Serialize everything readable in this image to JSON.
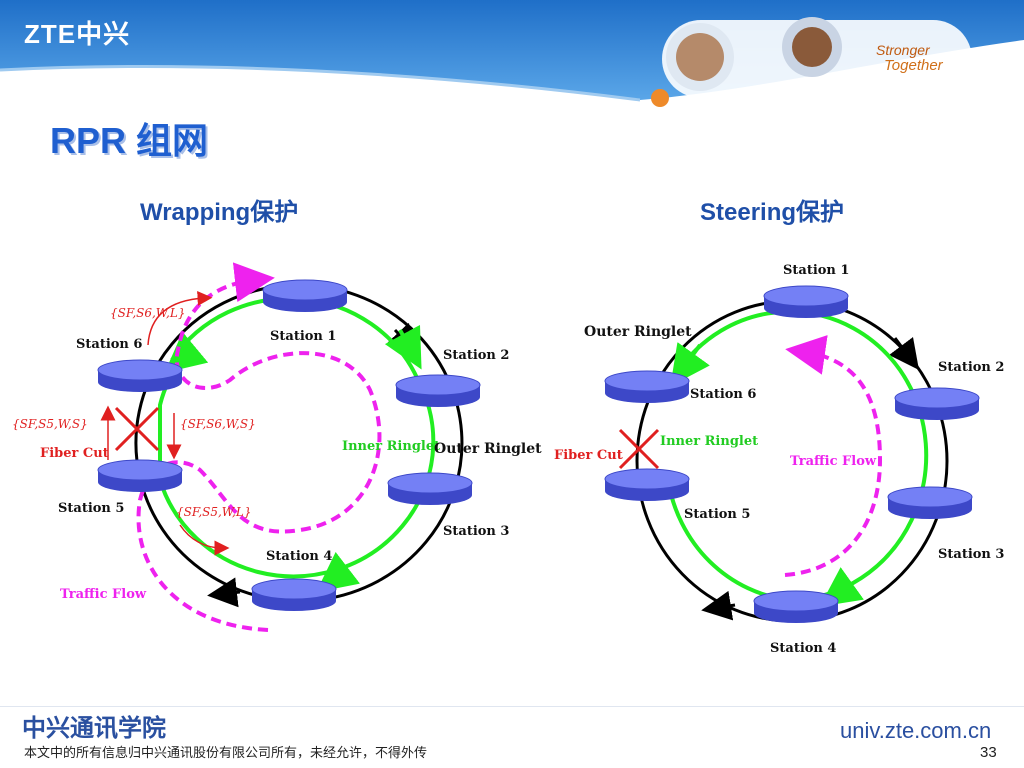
{
  "header": {
    "logo_text": "ZTE中兴",
    "slogan_line1": "Stronger",
    "slogan_line2": "Together"
  },
  "slide": {
    "title": "RPR 组网",
    "left_subtitle": "Wrapping保护",
    "right_subtitle": "Steering保护",
    "page_number": "33"
  },
  "left_diagram": {
    "stations": [
      "Station 1",
      "Station 2",
      "Station 3",
      "Station 4",
      "Station 5",
      "Station 6"
    ],
    "inner_ringlet": "Inner Ringlet",
    "outer_ringlet": "Outer Ringlet",
    "fiber_cut": "Fiber Cut",
    "traffic_flow": "Traffic Flow",
    "signal_top": "{SF,S6,W,L}",
    "signal_left": "{SF,S5,W,S}",
    "signal_right": "{SF,S6,W,S}",
    "signal_bottom": "{SF,S5,W,L}"
  },
  "right_diagram": {
    "stations": [
      "Station 1",
      "Station 2",
      "Station 3",
      "Station 4",
      "Station 5",
      "Station 6"
    ],
    "inner_ringlet": "Inner Ringlet",
    "outer_ringlet": "Outer Ringlet",
    "fiber_cut": "Fiber Cut",
    "traffic_flow": "Traffic Flow"
  },
  "footer": {
    "academy": "中兴通讯学院",
    "copyright": "本文中的所有信息归中兴通讯股份有限公司所有，未经允许，不得外传",
    "url": "univ.zte.com.cn"
  },
  "colors": {
    "banner_blue": "#2f7fd0",
    "station_fill": "#6a78f0",
    "ring_green": "#22ee22",
    "traffic_magenta": "#ee22ee",
    "label_red": "#e02020"
  }
}
